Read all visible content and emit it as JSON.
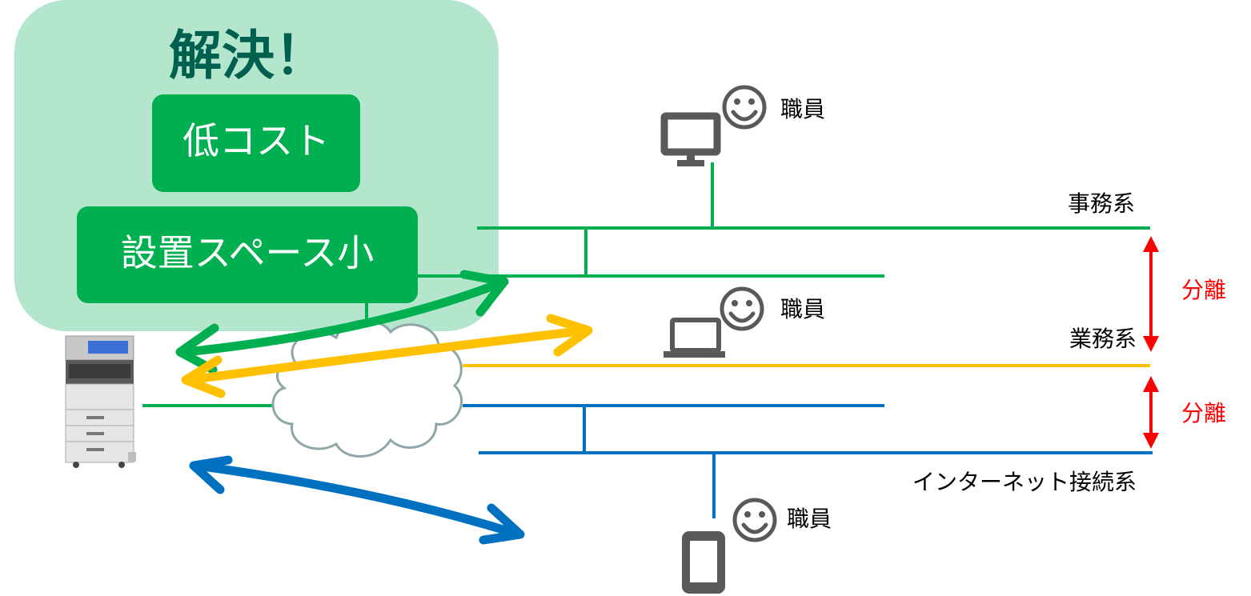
{
  "panel": {
    "title": "解決！",
    "benefits": [
      "低コスト",
      "設置スペース小"
    ]
  },
  "networks": {
    "office": "事務系",
    "business": "業務系",
    "internet": "インターネット接続系"
  },
  "separations": [
    "分離",
    "分離"
  ],
  "staff": [
    "職員",
    "職員",
    "職員"
  ],
  "icons": {
    "printer": "multifunction-printer-icon",
    "cloud": "cloud-icon",
    "desktop": "desktop-monitor-icon",
    "laptop": "laptop-icon",
    "tablet": "tablet-icon",
    "face": "smiley-face-icon"
  },
  "colors": {
    "green": "#00b050",
    "yellow": "#ffc000",
    "blue": "#0070c0",
    "red": "#ff0000",
    "panel_bg": "#b3e6cc",
    "title": "#006050",
    "gray": "#595959"
  }
}
